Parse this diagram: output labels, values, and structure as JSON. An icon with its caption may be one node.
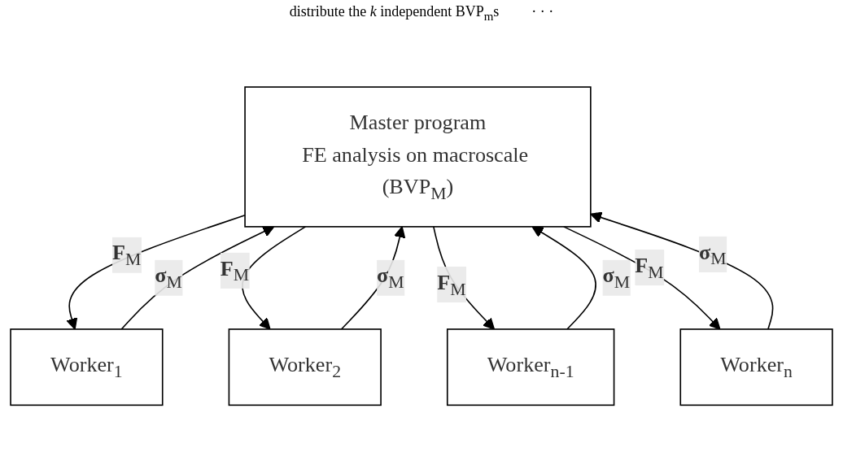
{
  "diagram": {
    "nodes": [
      {
        "text": [
          "Master program",
          "FE analysis on macroscale (BVP$_{M}$)"
        ]
      },
      {
        "text": [
          "Worker$_{1}$"
        ]
      },
      {
        "text": [
          "Worker$_{2}$"
        ]
      },
      {
        "text": [
          "Worker$_{n-1}$"
        ]
      },
      {
        "text": [
          "Worker$_{n}$"
        ]
      }
    ],
    "edges": [
      {
        "from": 0,
        "to": 1,
        "arrow": "to",
        "label": "**F**$_{M}$"
      },
      {
        "from": 1,
        "to": 0,
        "arrow": "to",
        "label": "**σ**$_{M}$"
      },
      {
        "from": 0,
        "to": 2,
        "arrow": "to",
        "label": "**F**$_{M}$"
      },
      {
        "from": 2,
        "to": 0,
        "arrow": "to",
        "label": "**σ**$_{M}$"
      },
      {
        "from": 0,
        "to": 3,
        "arrow": "to",
        "label": "**F**$_{M}$"
      },
      {
        "from": 3,
        "to": 0,
        "arrow": "to",
        "label": "**σ**$_{M}$"
      },
      {
        "from": 0,
        "to": 4,
        "arrow": "to",
        "label": "**F**$_{M}$"
      },
      {
        "from": 4,
        "to": 0,
        "arrow": "to",
        "label": "**σ**$_{M}$"
      }
    ],
    "labels": [
      "distribute the *k* independent BVP$_{m}$s",
      "· · ·"
    ]
  }
}
